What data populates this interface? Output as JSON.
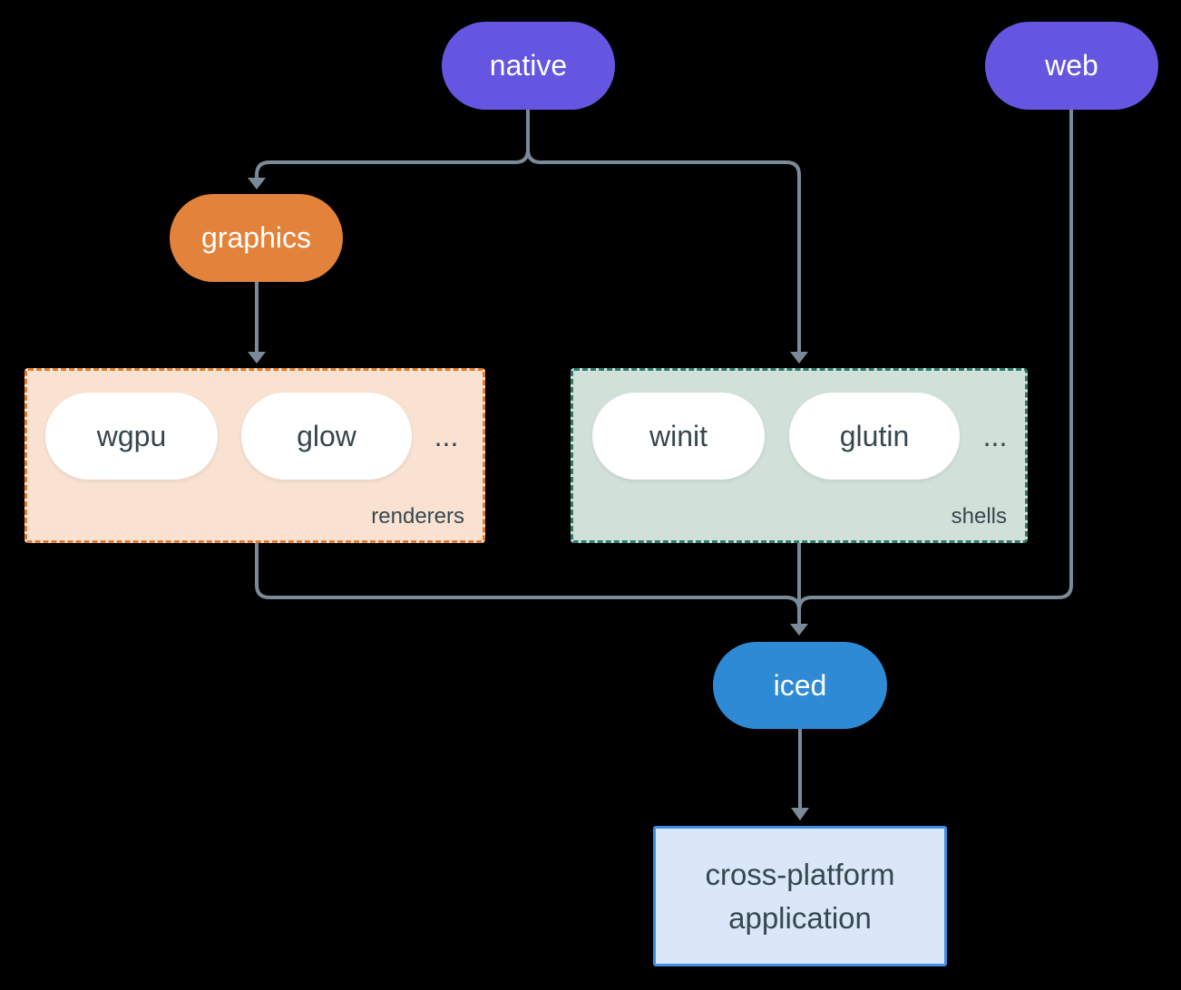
{
  "diagram": {
    "background": "#000000",
    "connector_color": "#7b8a99",
    "nodes": {
      "native": {
        "label": "native",
        "fill": "#6456e0",
        "text": "#ffffff"
      },
      "web": {
        "label": "web",
        "fill": "#6456e0",
        "text": "#ffffff"
      },
      "graphics": {
        "label": "graphics",
        "fill": "#e2823b",
        "text": "#ffffff"
      },
      "iced": {
        "label": "iced",
        "fill": "#2e8ad5",
        "text": "#ffffff"
      },
      "application": {
        "line1": "cross-platform",
        "line2": "application",
        "fill": "#d9e7f8",
        "border": "#3f8fe0",
        "text": "#37474f"
      }
    },
    "groups": {
      "renderers": {
        "caption": "renderers",
        "items": [
          "wgpu",
          "glow"
        ],
        "ellipsis": "...",
        "fill": "#f9e2d2",
        "border": "#e07c2c"
      },
      "shells": {
        "caption": "shells",
        "items": [
          "winit",
          "glutin"
        ],
        "ellipsis": "...",
        "fill": "#d2e0da",
        "border": "#2b7a6d"
      }
    },
    "inner_pill": {
      "fill": "#ffffff",
      "text": "#37474f"
    }
  }
}
